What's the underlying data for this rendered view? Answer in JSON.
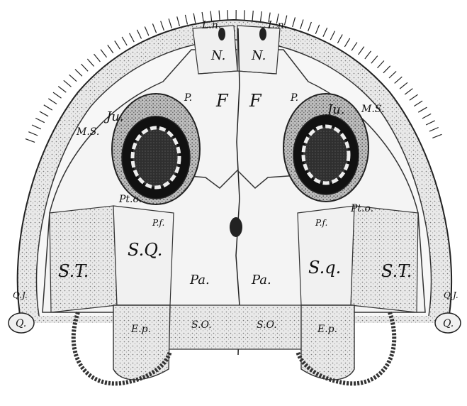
{
  "figure": {
    "labels": {
      "ln_left": "L.n.",
      "ln_right": "L.n.",
      "n_left": "N.",
      "n_right": "N.",
      "f_left": "F",
      "f_right": "F",
      "p_left": "P.",
      "p_right": "P.",
      "ju_left": "Ju.",
      "ju_right": "Ju.",
      "ms_left": "M.S.",
      "ms_right": "M.S.",
      "pto_left": "Pt.o.",
      "pto_right": "Pt.o.",
      "pf_left": "P.f.",
      "pf_right": "P.f.",
      "st_left": "S.T.",
      "st_right": "S.T.",
      "sq_left": "S.Q.",
      "sq_right": "S.q.",
      "pa_left": "Pa.",
      "pa_right": "Pa.",
      "so_left": "S.O.",
      "so_right": "S.O.",
      "ep_left": "E.p.",
      "ep_right": "E.p.",
      "qj_left": "Q.J.",
      "qj_right": "Q.J.",
      "q_left": "Q.",
      "q_right": "Q."
    }
  }
}
